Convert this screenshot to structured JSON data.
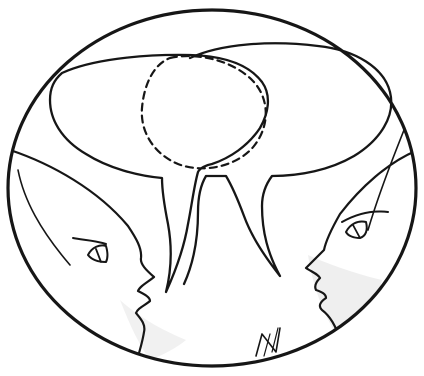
{
  "illustration": {
    "signature": "N",
    "colors": {
      "ink": "#161616",
      "paper": "#ffffff",
      "shadow": "#b9b9b9"
    },
    "icons": [
      "circular-frame",
      "left-speech-bubble",
      "right-speech-bubble",
      "overlap-dashed-bubble",
      "left-face-profile",
      "right-face-profile",
      "artist-signature"
    ]
  }
}
